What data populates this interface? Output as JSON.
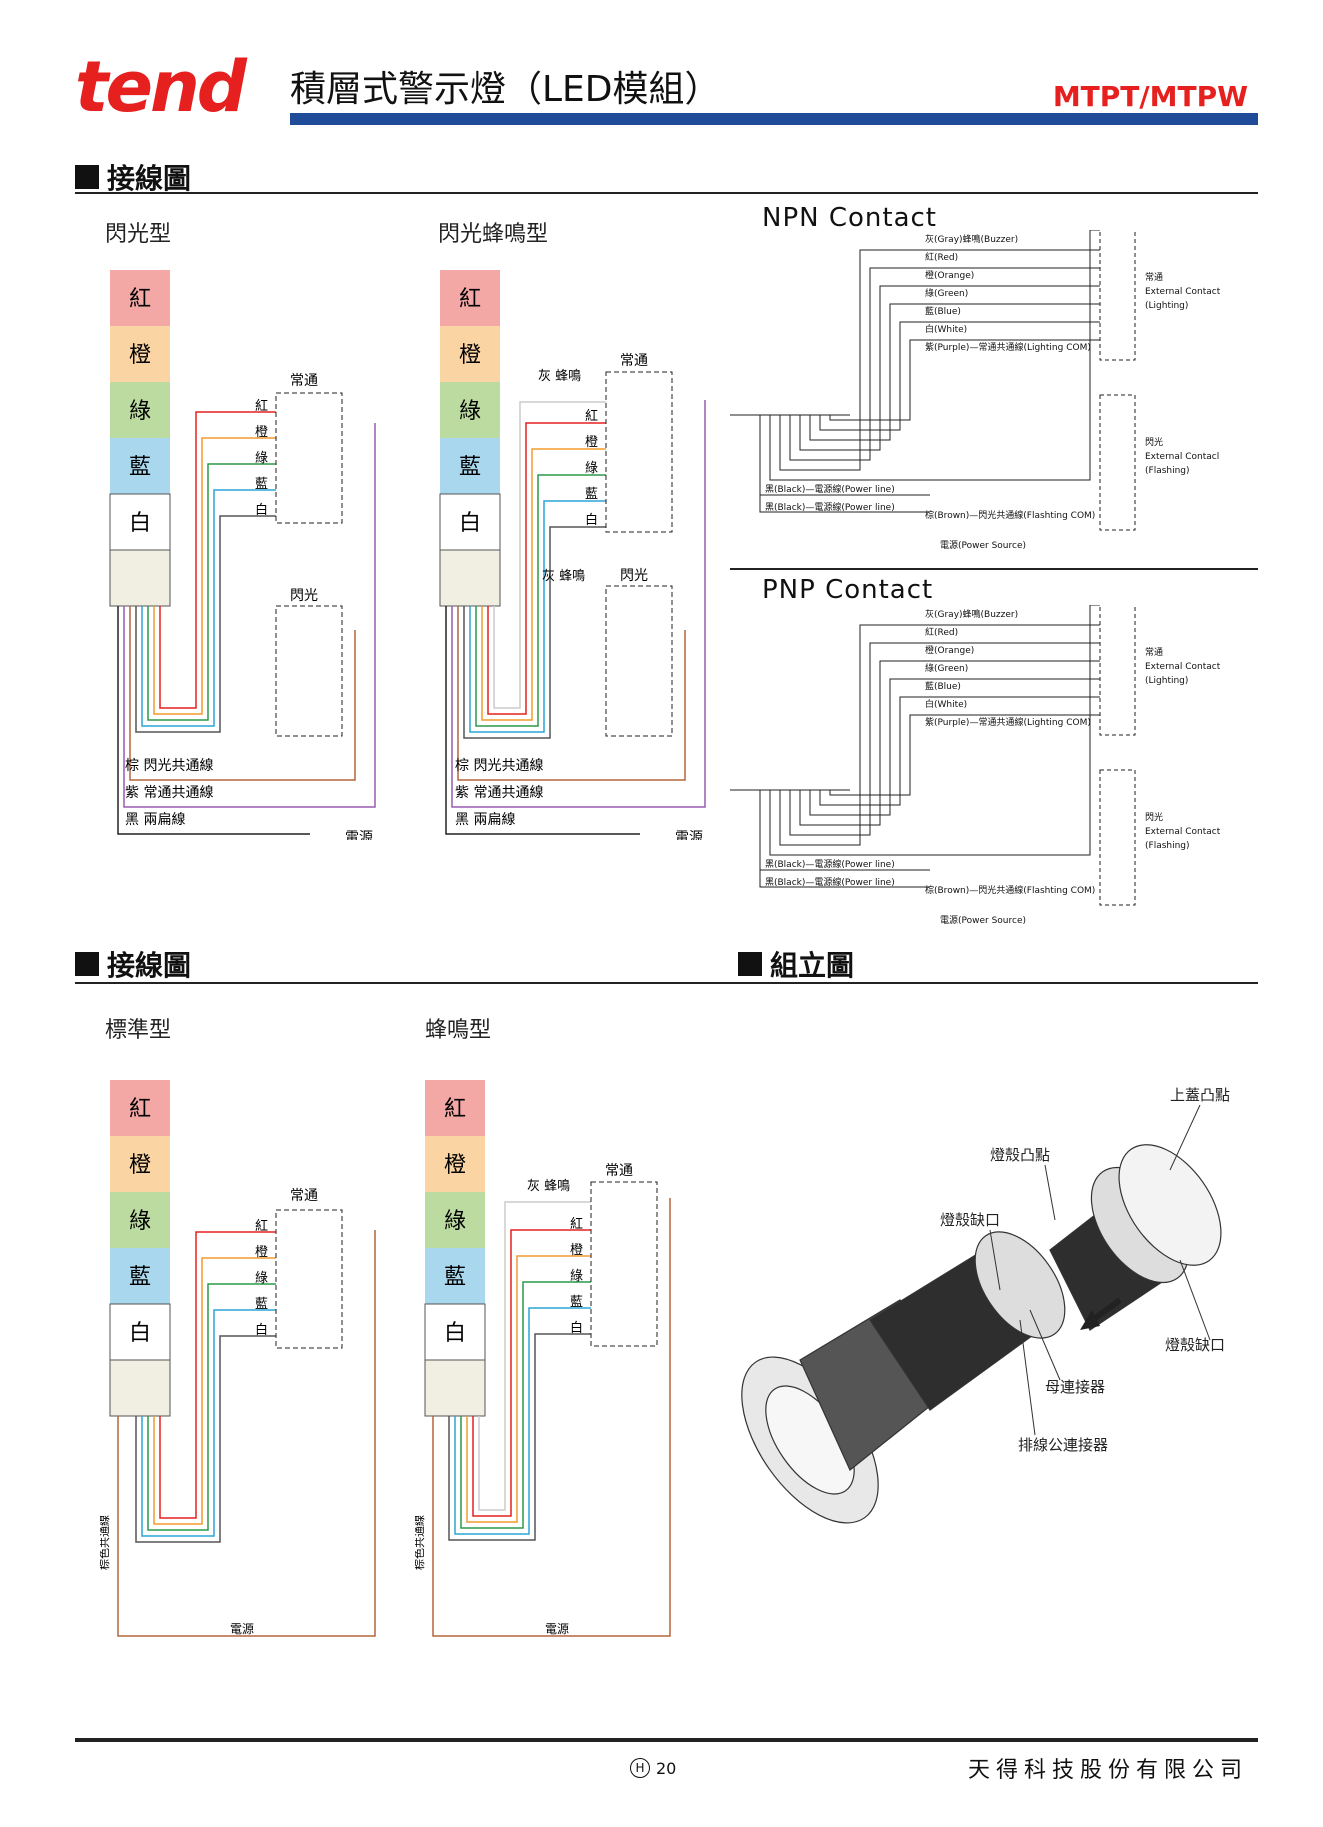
{
  "header": {
    "logo": "tend",
    "title": "積層式警示燈（LED模組）",
    "model": "MTPT/MTPW"
  },
  "sections": {
    "wiring1": "接線圖",
    "wiring2": "接線圖",
    "assembly": "組立圖"
  },
  "panels": {
    "flash": "閃光型",
    "flash_buzzer": "閃光蜂鳴型",
    "standard": "標準型",
    "buzzer": "蜂鳴型"
  },
  "tower": {
    "red": "紅",
    "orange": "橙",
    "green": "綠",
    "blue": "藍",
    "white": "白"
  },
  "labels": {
    "normal": "常通",
    "flash": "閃光",
    "gray_buzzer": "灰 蜂鳴",
    "brown_flash_com": "棕 閃光共通線",
    "purple_normal_com": "紫 常通共通線",
    "black_two_flat": "黑 兩扁線",
    "power": "電源",
    "brown_common": "棕色共通線"
  },
  "npn": {
    "title": "NPN Contact",
    "title_pnp": "PNP Contact",
    "wires": [
      "灰(Gray)蜂鳴(Buzzer)",
      "紅(Red)",
      "橙(Orange)",
      "綠(Green)",
      "藍(Blue)",
      "白(White)",
      "紫(Purple)—常通共通線(Lighting COM)"
    ],
    "brown": "棕(Brown)—閃光共通線(Flashting COM)",
    "black1": "黑(Black)—電源線(Power line)",
    "black2": "黑(Black)—電源線(Power line)",
    "power_source": "電源(Power Source)",
    "ext_lighting": [
      "常通",
      "External Contact",
      "(Lighting)"
    ],
    "ext_flashing": [
      "閃光",
      "External Contacl",
      "(Flashing)"
    ]
  },
  "pnp": {
    "ext_lighting": [
      "常通",
      "External Contact",
      "(Lighting)"
    ],
    "ext_flashing": [
      "閃光",
      "External Contact",
      "(Flashing)"
    ]
  },
  "assembly": {
    "top_bump": "上蓋凸點",
    "shell_bump": "燈殼凸點",
    "shell_notch_left": "燈殼缺口",
    "shell_notch_right": "燈殼缺口",
    "female_connector": "母連接器",
    "male_connector": "排線公連接器"
  },
  "footer": {
    "page_prefix": "H",
    "page": "20",
    "company": "天得科技股份有限公司"
  },
  "colors": {
    "red": "#e5201f",
    "orange": "#f39a2e",
    "green": "#2b9a4a",
    "blue": "#2aa6d6",
    "purple": "#9a5bb0",
    "brown": "#b4663a",
    "gray": "#bbbbbb",
    "navy": "#1f4b98"
  }
}
